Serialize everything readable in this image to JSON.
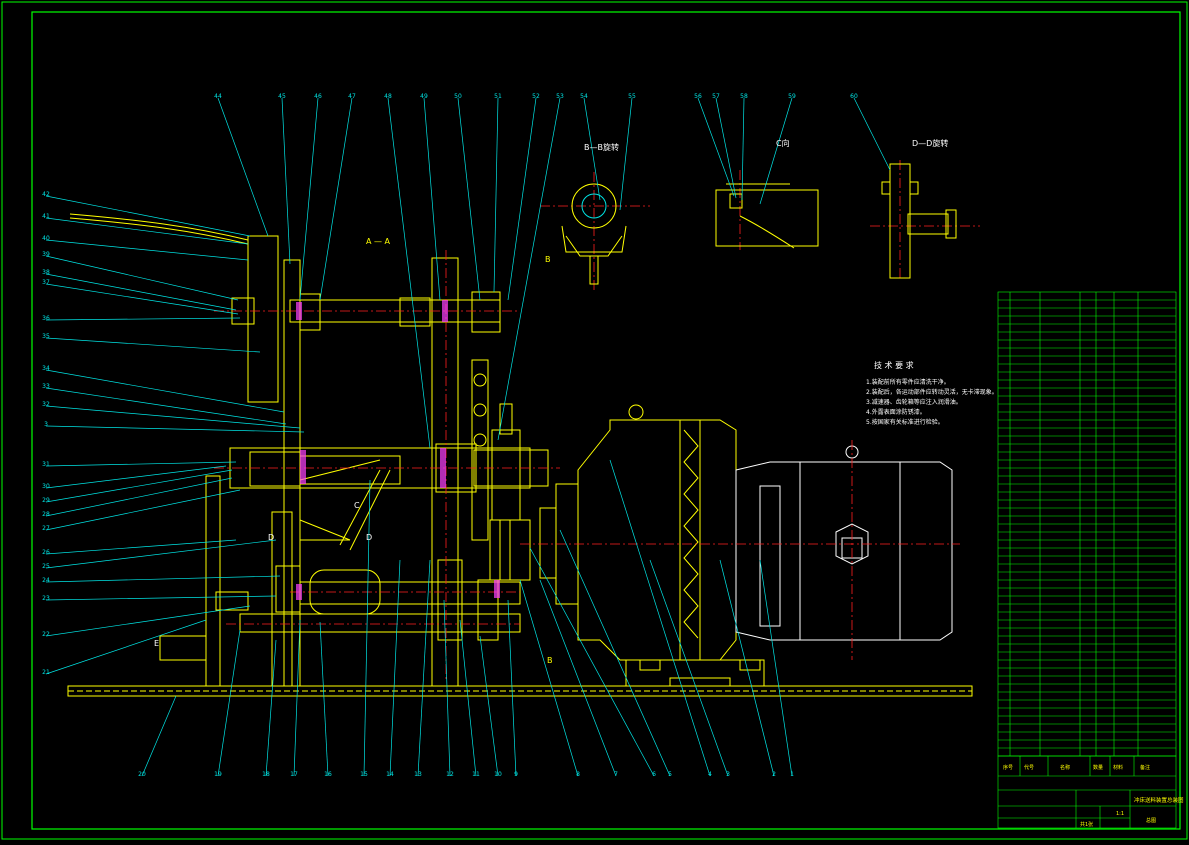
{
  "colors": {
    "background": "#000000",
    "frame": "#00ff00",
    "leader": "#00e5e5",
    "outline": "#ffff00",
    "centerline": "#ff2020",
    "text": "#ffffff",
    "table_line": "#00ff00",
    "table_text": "#ffff00",
    "hatch": "#ff40ff",
    "body": "#ffffff"
  },
  "views": {
    "section_aa": "A — A",
    "section_bb": "B—B旋转",
    "view_c": "C向",
    "section_dd": "D—D旋转",
    "marker_b1": "B",
    "marker_b2": "B",
    "marker_c": "C",
    "marker_d1": "D",
    "marker_d2": "D",
    "marker_e": "E"
  },
  "balloons_top": [
    "44",
    "45",
    "46",
    "47",
    "48",
    "49",
    "50",
    "51",
    "52",
    "53",
    "54",
    "55",
    "56",
    "57",
    "58",
    "59",
    "60"
  ],
  "balloons_left": [
    "42",
    "41",
    "40",
    "39",
    "38",
    "37",
    "36",
    "35",
    "34",
    "33",
    "32",
    "3",
    "31",
    "30",
    "29",
    "28",
    "27",
    "26",
    "25",
    "24",
    "23",
    "22",
    "21"
  ],
  "balloons_bottom": [
    "20",
    "19",
    "18",
    "17",
    "16",
    "15",
    "14",
    "13",
    "12",
    "11",
    "10",
    "9",
    "8",
    "7",
    "6",
    "5",
    "4",
    "3",
    "2",
    "1"
  ],
  "technical_requirements": {
    "title": "技 术 要 求",
    "items": [
      "1.装配前所有零件应清洗干净。",
      "2.装配后，各运动部件应转动灵活，无卡滞现象。",
      "3.减速器、齿轮箱等应注入润滑油。",
      "4.外露表面涂防锈漆。",
      "5.按国家有关标准进行检验。"
    ]
  },
  "title_block": {
    "header": [
      "序号",
      "代号",
      "名称",
      "数量",
      "材料",
      "备注"
    ],
    "drawing_name": "冲床送料装置总装图",
    "scale": "1:1",
    "sheet": "共1张",
    "drawing_no": "总图"
  }
}
